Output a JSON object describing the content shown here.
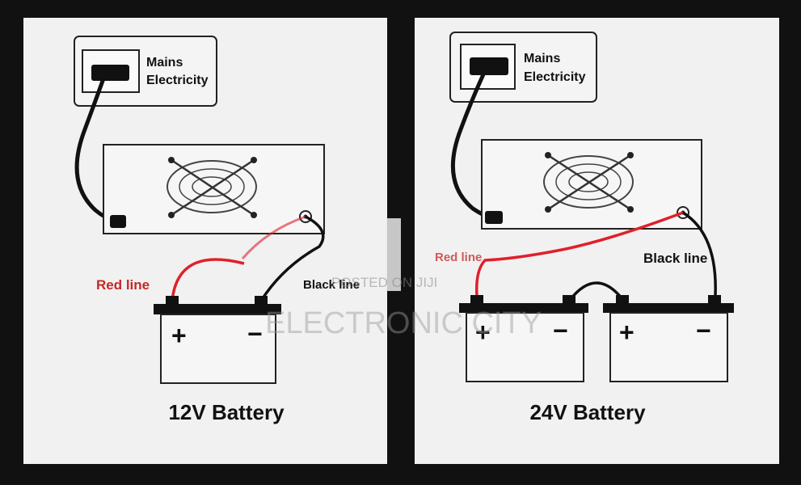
{
  "left": {
    "mains_line1": "Mains",
    "mains_line2": "Electricity",
    "red_label": "Red line",
    "black_label": "Black line",
    "plus": "+",
    "minus": "−",
    "caption": "12V Battery"
  },
  "right": {
    "mains_line1": "Mains",
    "mains_line2": "Electricity",
    "red_label": "Red line",
    "black_label": "Black line",
    "battery1_plus": "+",
    "battery1_minus": "−",
    "battery2_plus": "+",
    "battery2_minus": "−",
    "caption": "24V Battery"
  },
  "watermark": {
    "line1": "POSTED ON JIJI",
    "line2": "ELECTRONIC CITY"
  },
  "colors": {
    "red_wire": "#e0202a",
    "black_wire": "#111111",
    "panel": "#f1f1f1",
    "background": "#111111"
  }
}
